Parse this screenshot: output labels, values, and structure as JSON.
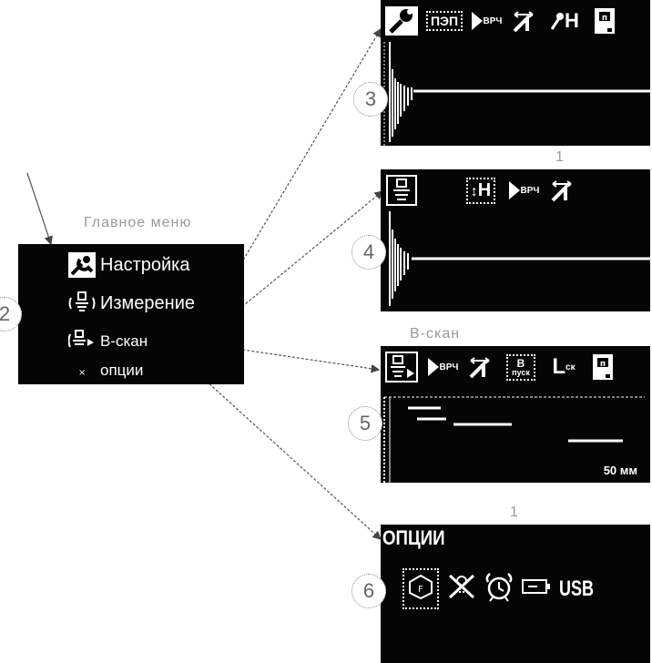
{
  "main_menu": {
    "title": "Главное меню",
    "items": [
      {
        "label": "Настройка",
        "icon": "wrench-icon"
      },
      {
        "label": "Измерение",
        "icon": "transducer-icon"
      },
      {
        "label": "В-скан",
        "icon": "bscan-icon"
      },
      {
        "label": "опции",
        "icon": "dot-icon"
      }
    ]
  },
  "callouts": [
    "2",
    "3",
    "4",
    "5",
    "6"
  ],
  "screen_setup": {
    "toolbar": [
      "wrench-icon",
      "ПЭП",
      "ВРЧ",
      "range-icon",
      "Н",
      "battery-icon"
    ],
    "pep_label": "ПЭП",
    "vrch_label": "ВРЧ",
    "h_label": "Н"
  },
  "screen_measure": {
    "header_fragment": "1",
    "toolbar": [
      "transducer-icon",
      "Н",
      "ВРЧ",
      "range-icon"
    ],
    "h_label": "Н",
    "vrch_label": "ВРЧ"
  },
  "screen_bscan": {
    "header_fragment": "В-скан",
    "toolbar": [
      "bscan-icon",
      "ВРЧ",
      "range-icon",
      "В пуск",
      "Lск",
      "battery-icon"
    ],
    "vrch_label": "ВРЧ",
    "b_label": "В",
    "start_label": "пуск",
    "l_label": "L",
    "l_sub": "ск",
    "scale_label": "50 мм"
  },
  "screen_options": {
    "header_fragment": "1",
    "title": "ОПЦИИ",
    "icons": [
      "settings-box-icon",
      "connection-icon",
      "alarm-clock-icon",
      "battery-icon"
    ],
    "usb_label": "USB"
  }
}
